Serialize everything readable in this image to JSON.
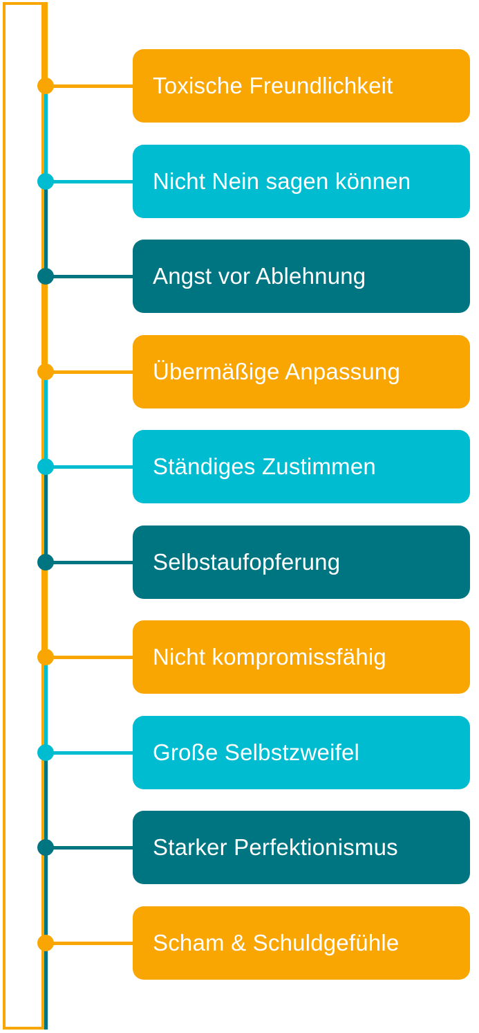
{
  "colors": {
    "orange": "#F9A602",
    "cyan": "#00BCD0",
    "teal": "#007582"
  },
  "items": [
    {
      "label": "Toxische Freundlichkeit",
      "color": "orange"
    },
    {
      "label": "Nicht Nein sagen können",
      "color": "cyan"
    },
    {
      "label": "Angst vor Ablehnung",
      "color": "teal"
    },
    {
      "label": "Übermäßige Anpassung",
      "color": "orange"
    },
    {
      "label": "Ständiges Zustimmen",
      "color": "cyan"
    },
    {
      "label": "Selbstaufopferung",
      "color": "teal"
    },
    {
      "label": "Nicht kompromissfähig",
      "color": "orange"
    },
    {
      "label": "Große Selbstzweifel",
      "color": "cyan"
    },
    {
      "label": "Starker Perfektionismus",
      "color": "teal"
    },
    {
      "label": "Scham & Schuldgefühle",
      "color": "orange"
    }
  ]
}
